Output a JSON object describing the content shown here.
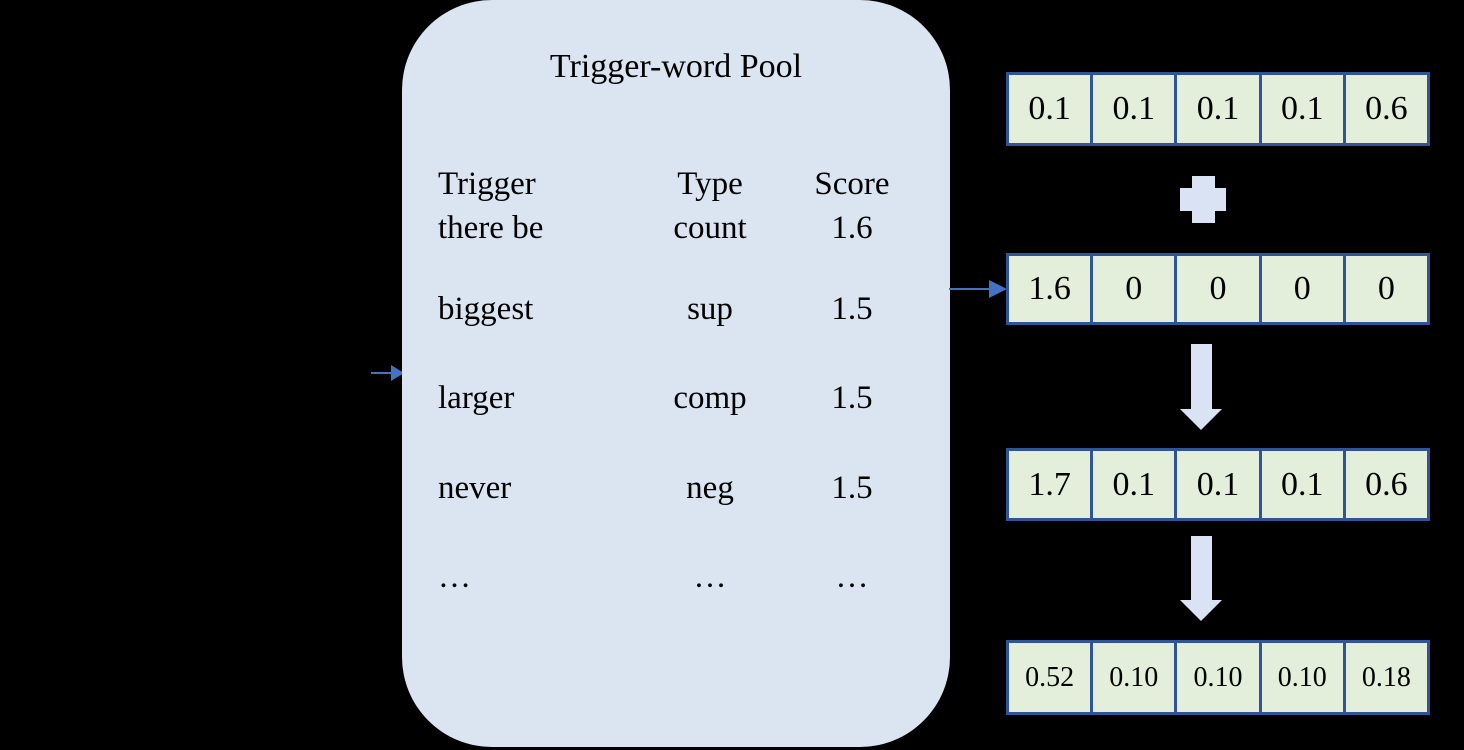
{
  "pool": {
    "title": "Trigger-word Pool",
    "header": {
      "trigger": "Trigger",
      "type": "Type",
      "score": "Score"
    },
    "rows": [
      {
        "trigger": "there be",
        "type": "count",
        "score": "1.6"
      },
      {
        "trigger": "biggest",
        "type": "sup",
        "score": "1.5"
      },
      {
        "trigger": "larger",
        "type": "comp",
        "score": "1.5"
      },
      {
        "trigger": "never",
        "type": "neg",
        "score": "1.5"
      },
      {
        "trigger": "…",
        "type": "…",
        "score": "…"
      }
    ]
  },
  "vectors": {
    "base_distribution": [
      "0.1",
      "0.1",
      "0.1",
      "0.1",
      "0.6"
    ],
    "trigger_injection": [
      "1.6",
      "0",
      "0",
      "0",
      "0"
    ],
    "combined": [
      "1.7",
      "0.1",
      "0.1",
      "0.1",
      "0.6"
    ],
    "normalized": [
      "0.52",
      "0.10",
      "0.10",
      "0.10",
      "0.18"
    ]
  },
  "operators": {
    "plus": "+"
  },
  "colors": {
    "background": "#000000",
    "pool_fill": "#dbe4f1",
    "cell_fill": "#e3efda",
    "cell_border": "#2f5597",
    "connector_fill": "#dae3f3",
    "thin_arrow": "#4472c4",
    "text": "#000000"
  }
}
